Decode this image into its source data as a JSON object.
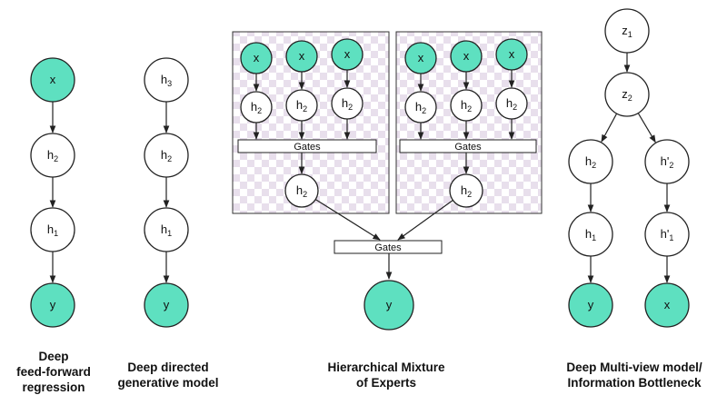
{
  "colors": {
    "accent": "#5ee0c0",
    "node_fill": "#ffffff",
    "stroke": "#222222",
    "panel_checker": "#e6dcea"
  },
  "gates_label": "Gates",
  "labels": {
    "x": "x",
    "y": "y",
    "h1": "h",
    "h1_sub": "1",
    "h2": "h",
    "h2_sub": "2",
    "h3": "h",
    "h3_sub": "3",
    "hp2": "h'",
    "hp2_sub": "2",
    "hp1": "h'",
    "hp1_sub": "1",
    "z1": "z",
    "z1_sub": "1",
    "z2": "z",
    "z2_sub": "2"
  },
  "captions": {
    "feedforward": [
      "Deep",
      "feed-forward",
      "regression"
    ],
    "directed": [
      "Deep directed",
      "generative model"
    ],
    "mixture": [
      "Hierarchical Mixture",
      "of Experts"
    ],
    "multiview": [
      "Deep Multi-view model/",
      "Information Bottleneck"
    ]
  }
}
